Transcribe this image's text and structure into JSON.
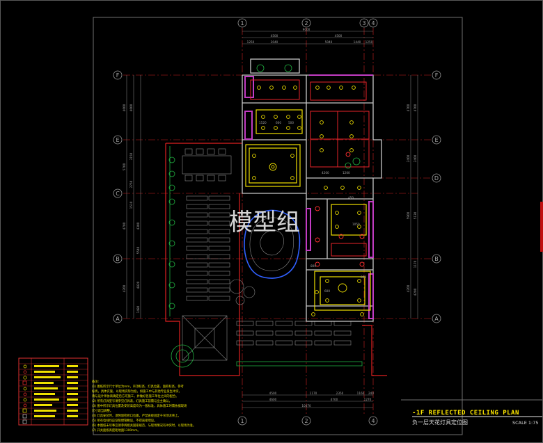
{
  "drawing": {
    "watermark": "模型组",
    "title": {
      "english": "-1F  REFLECTED   CEILING    PLAN",
      "chinese": "负一层天花灯具定位图",
      "scale": "SCALE 1:75"
    },
    "axes": {
      "columns": [
        "1",
        "2",
        "3",
        "4"
      ],
      "rows_left": [
        "F",
        "E",
        "C",
        "B",
        "A"
      ],
      "rows_right": [
        "F",
        "E",
        "D",
        "B",
        "A"
      ]
    },
    "top_dimensions": {
      "overall": "9000",
      "tier1": [
        "4500",
        "4500"
      ],
      "tier2": [
        "1250",
        "2040",
        "5040",
        "1440",
        "1250"
      ]
    },
    "bottom_dimensions": {
      "tier1": [
        "4500",
        "1170",
        "2350",
        "1160",
        "240"
      ],
      "tier2": [
        "4600",
        "4700",
        "1270"
      ],
      "overall": "10470"
    },
    "left_dimensions": {
      "outer": [
        "4600",
        "5700",
        "4700",
        "4200"
      ],
      "inner": [
        "4600",
        "3150",
        "2750",
        "1510",
        "4300",
        "5540",
        "4820",
        "1480"
      ]
    },
    "right_dimensions": {
      "outer": [
        "4700",
        "2400",
        "5900",
        "4200"
      ],
      "inner": [
        "4700",
        "2400",
        "5130",
        "1170",
        "4200"
      ]
    },
    "room_dimensions": [
      "1520",
      "600",
      "500",
      "4200",
      "1200",
      "800",
      "1050",
      "800",
      "450",
      "600"
    ],
    "notes": {
      "heading": "备注:",
      "lines": [
        "(1) 图纸所示尺寸单位为mm，吊顶标高、灯具位置、面积标高，参考",
        "      标高，具体实施，以现场实际为准，如施工中与其他专业发生冲突，",
        "      请与设计师协商确定后方可施工，并做好各施工单位之间的配合。",
        "(2) 所有灯具型号请参见灯具表，灯具施工前需与业主确认。",
        "(3) 图中所示灯具位置及安装高度均为一般标准，具体施工时需依据现场",
        "      尺寸适当调整。",
        "(4) 灯具安装时，须预留检修口位置，严禁直接固定于吊顶龙骨上。",
        "(5) 所有电线均应穿阻燃管敷设，不得直接埋设。",
        "(6) 本图纸未尽事宜请参阅相关国家规范，与现场情况有冲突时，以现场为准。",
        "(7) 开关面板高度距地面1300mm。"
      ]
    },
    "colors": {
      "background": "#000000",
      "wall": "#c8c8c8",
      "ceiling": "#f0e000",
      "axis": "#d02020",
      "accent_magenta": "#c33cc3",
      "accent_blue": "#3060ff",
      "planting": "#20b040"
    }
  }
}
